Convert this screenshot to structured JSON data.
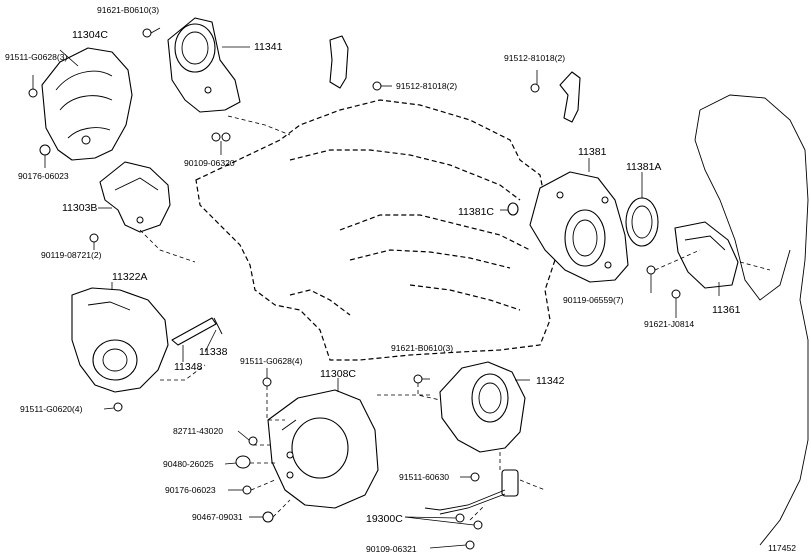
{
  "diagram_id": "117452",
  "parts": {
    "p_91621_B0610_top": "91621-B0610(3)",
    "p_11304C": "11304C",
    "p_11341": "11341",
    "p_91511_G0628_top": "91511-G0628(3)",
    "p_91512_81018_a": "91512-81018(2)",
    "p_91512_81018_b": "91512-81018(2)",
    "p_90109_06320": "90109-06320",
    "p_90176_06023_top": "90176-06023",
    "p_11303B": "11303B",
    "p_90119_08721": "90119-08721(2)",
    "p_11381": "11381",
    "p_11381A": "11381A",
    "p_11381C": "11381C",
    "p_11322A": "11322A",
    "p_90119_06559": "90119-06559(7)",
    "p_11361": "11361",
    "p_91621_J0814": "91621-J0814",
    "p_11338": "11338",
    "p_11348": "11348",
    "p_91621_B0610_mid": "91621-B0610(3)",
    "p_91511_G0628_mid": "91511-G0628(4)",
    "p_11308C": "11308C",
    "p_11342": "11342",
    "p_91511_G0620": "91511-G0620(4)",
    "p_82711_43020": "82711-43020",
    "p_90480_26025": "90480-26025",
    "p_90176_06023_bot": "90176-06023",
    "p_91511_60630": "91511-60630",
    "p_90467_09031": "90467-09031",
    "p_19300C": "19300C",
    "p_90109_06321": "90109-06321"
  }
}
